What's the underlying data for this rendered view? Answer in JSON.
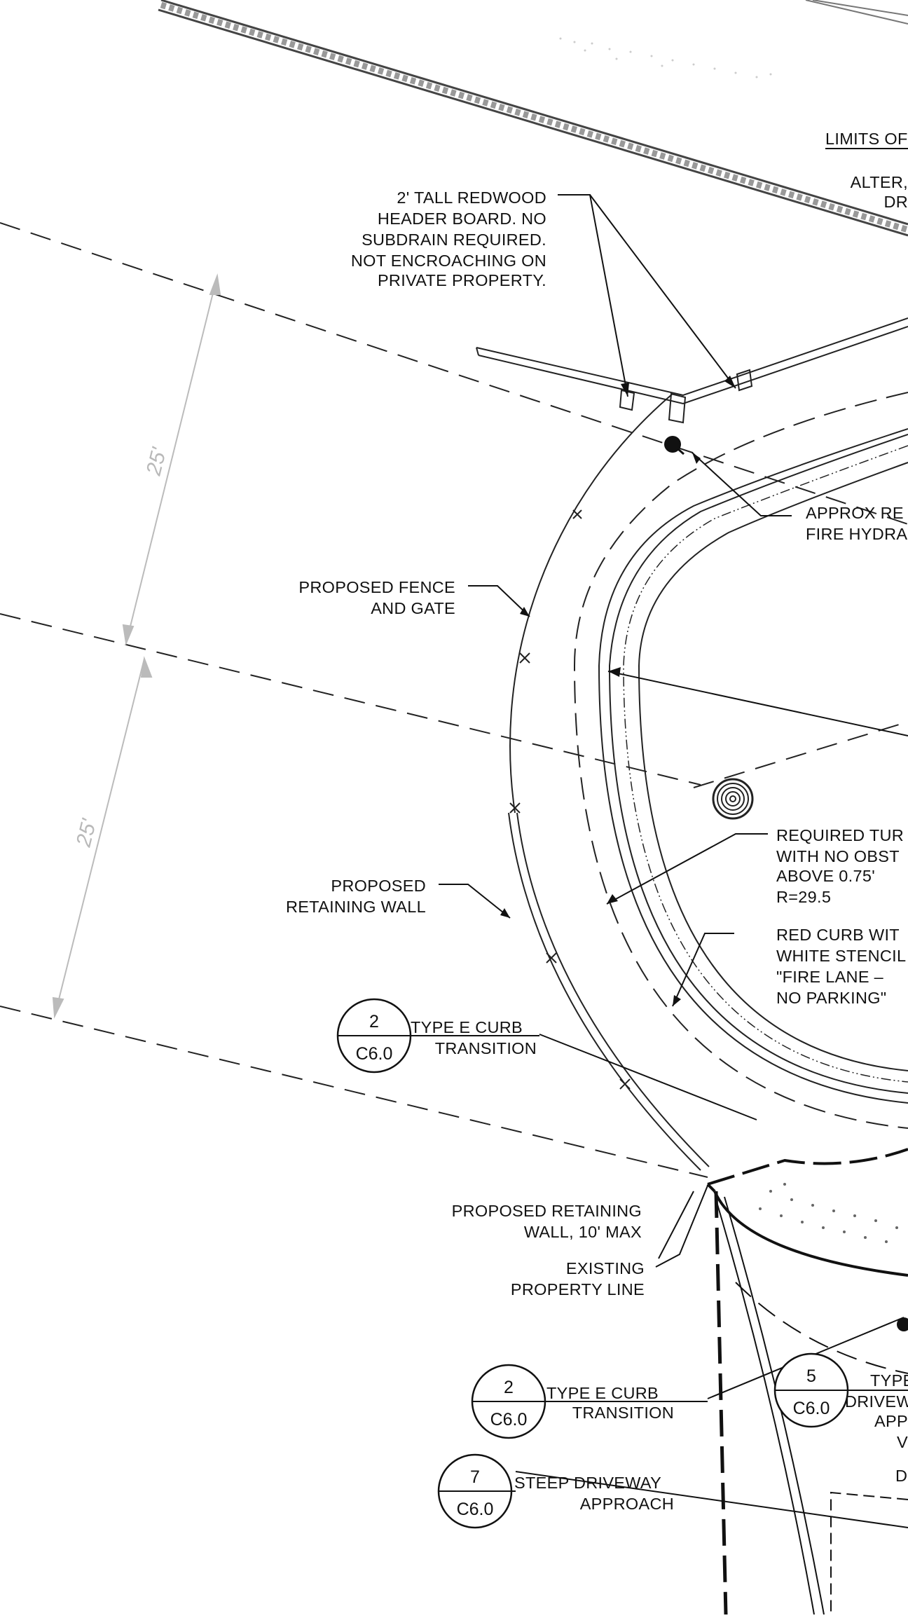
{
  "labels": {
    "limits": "LIMITS OF",
    "alter_1": "ALTER,",
    "alter_2": "DR",
    "header_board": [
      "2' TALL REDWOOD",
      "HEADER BOARD. NO",
      "SUBDRAIN REQUIRED.",
      "NOT ENCROACHING ON",
      "PRIVATE PROPERTY."
    ],
    "hydrant": [
      "APPROX RE",
      "FIRE HYDRA"
    ],
    "fence": [
      "PROPOSED FENCE",
      "AND GATE"
    ],
    "turnaround": [
      "REQUIRED TUR",
      "WITH NO OBST",
      "ABOVE 0.75'",
      "R=29.5"
    ],
    "retaining_wall": [
      "PROPOSED",
      "RETAINING WALL"
    ],
    "red_curb": [
      "RED CURB WIT",
      "WHITE STENCIL",
      "\"FIRE LANE –",
      "NO PARKING\""
    ],
    "retaining_wall_max": [
      "PROPOSED RETAINING",
      "WALL, 10' MAX"
    ],
    "property_line": [
      "EXISTING",
      "PROPERTY LINE"
    ],
    "type_driveway": [
      "TYPE",
      "DRIVEW",
      "APP",
      "V",
      "D"
    ]
  },
  "dimensions": {
    "upper": "25'",
    "lower": "25'"
  },
  "details": [
    {
      "number": "2",
      "sheet": "C6.0",
      "text": [
        "TYPE E CURB",
        "TRANSITION"
      ]
    },
    {
      "number": "2",
      "sheet": "C6.0",
      "text": [
        "TYPE E CURB",
        "TRANSITION"
      ]
    },
    {
      "number": "7",
      "sheet": "C6.0",
      "text": [
        "STEEP DRIVEWAY",
        "APPROACH"
      ]
    },
    {
      "number": "5",
      "sheet": "C6.0",
      "text": []
    }
  ]
}
